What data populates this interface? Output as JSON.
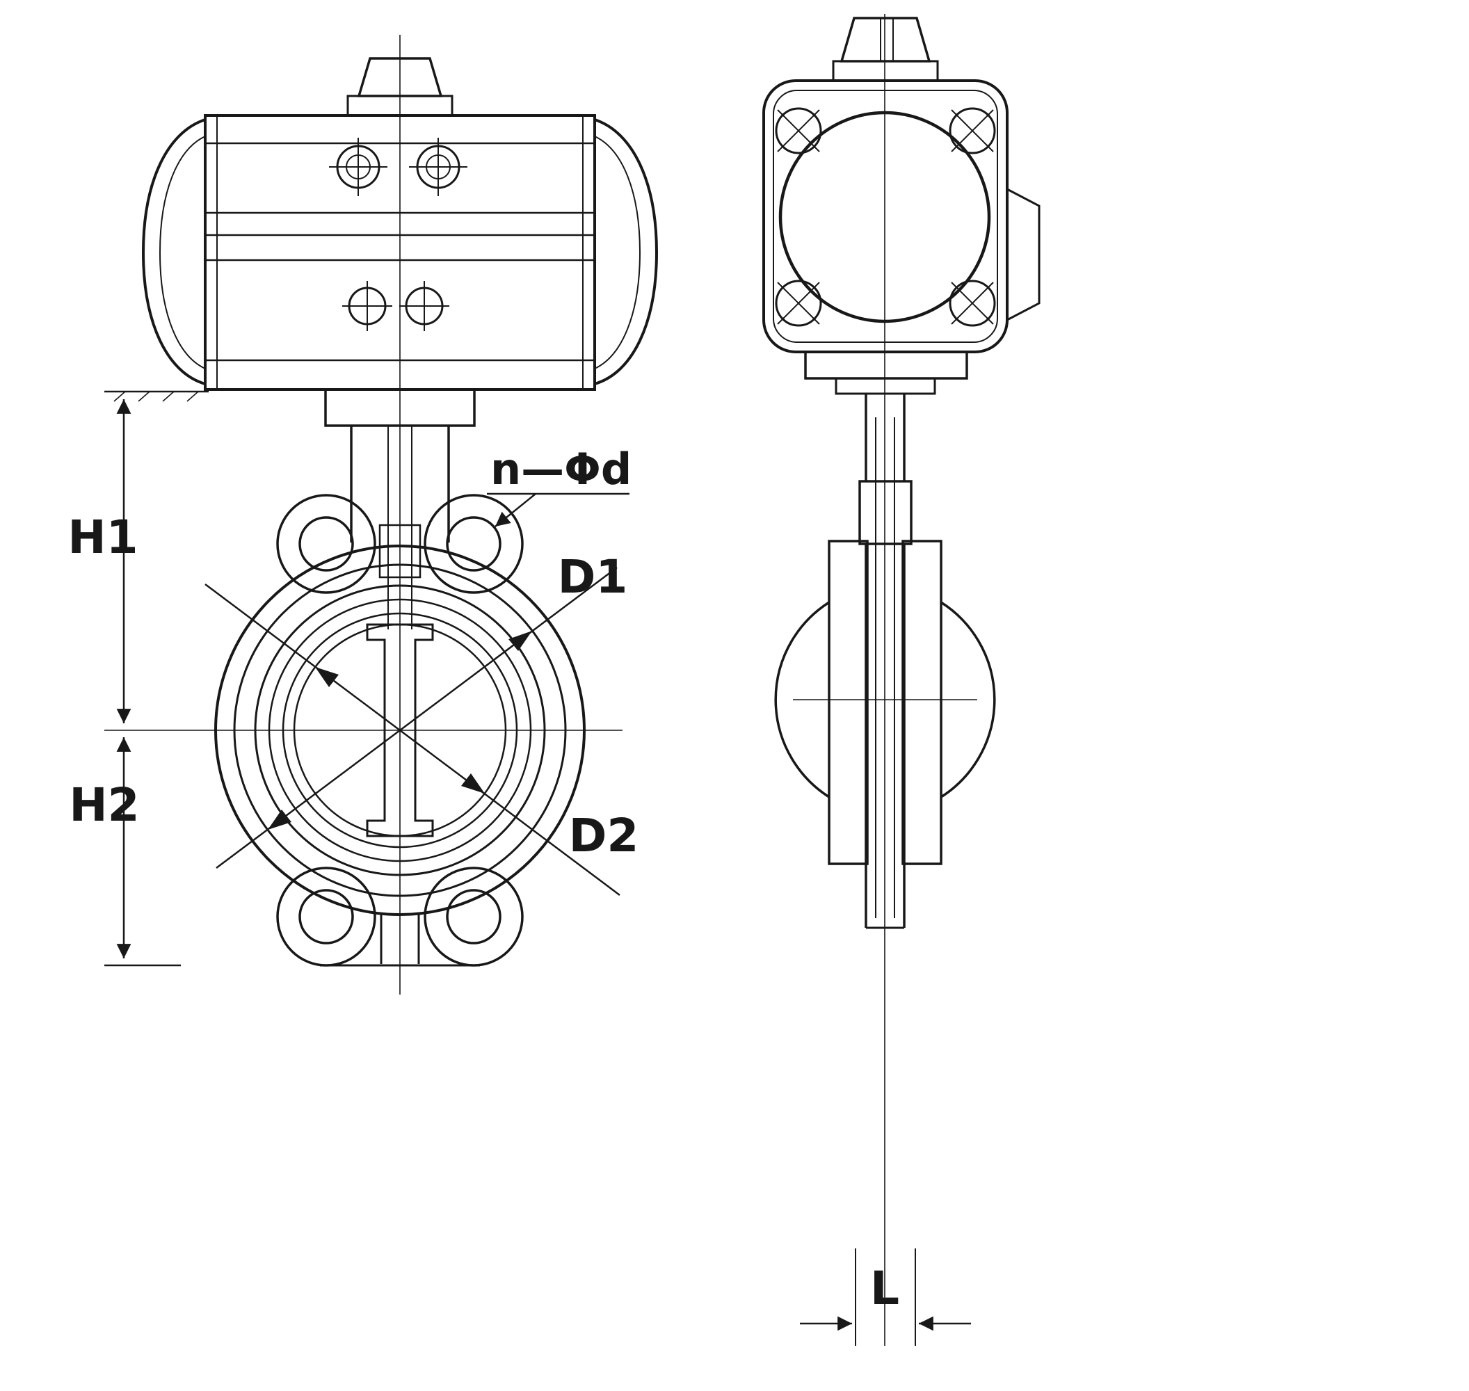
{
  "page": {
    "background": "#ffffff",
    "ink": "#181818"
  },
  "labels": {
    "h1": "H1",
    "h2": "H2",
    "d1": "D1",
    "d2": "D2",
    "bolt_spec": "n—Φd",
    "l": "L"
  }
}
